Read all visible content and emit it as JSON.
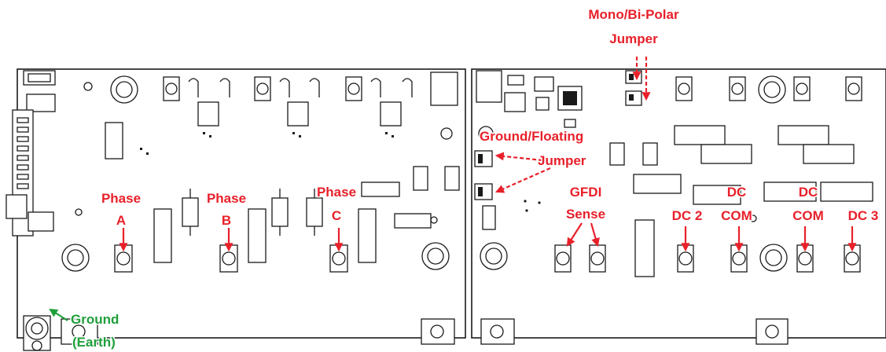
{
  "diagram": {
    "labels": {
      "mono_bipolar": [
        "Mono/Bi-Polar",
        "Jumper"
      ],
      "ground_floating": [
        "Ground/Floating",
        "Jumper"
      ],
      "phase_a": [
        "Phase",
        "A"
      ],
      "phase_b": [
        "Phase",
        "B"
      ],
      "phase_c": [
        "Phase",
        "C"
      ],
      "gfdi_sense": [
        "GFDI",
        "Sense"
      ],
      "dc2": [
        "DC 2"
      ],
      "dc_com_1": [
        "DC",
        "COM"
      ],
      "dc_com_2": [
        "DC",
        "COM"
      ],
      "dc3": [
        "DC 3"
      ],
      "ground_earth": [
        "Ground",
        "(Earth)"
      ]
    },
    "colors": {
      "label_red": "#e8202a",
      "label_green": "#1f9f3a",
      "outline": "#1a1a1a"
    }
  }
}
